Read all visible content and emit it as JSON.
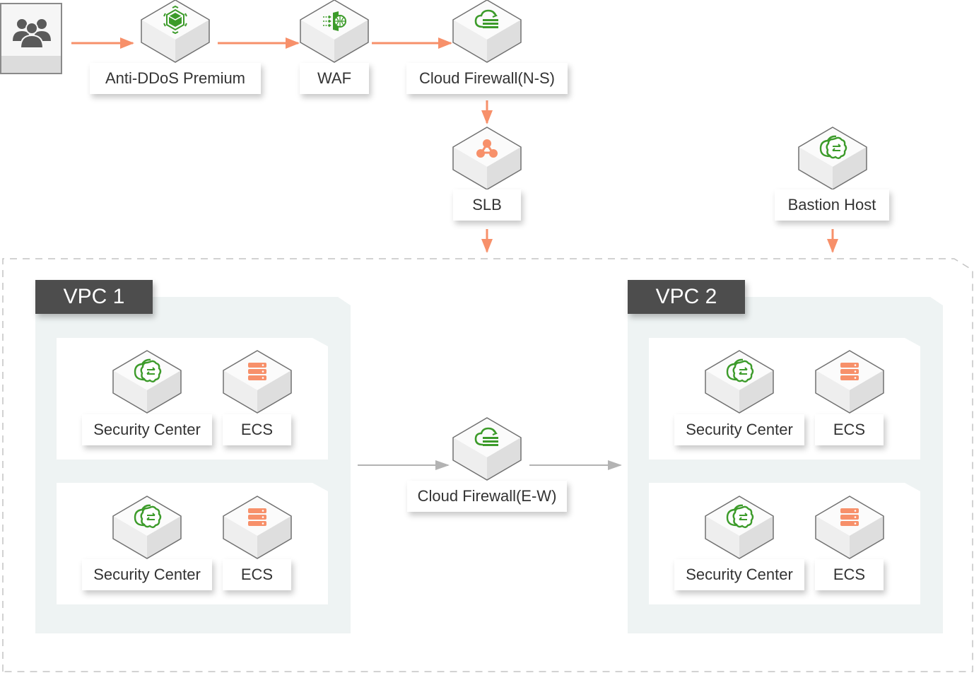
{
  "diagram": {
    "colors": {
      "flow_arrow": "#f7906a",
      "internal_arrow": "#b3b3b3",
      "icon_green": "#3c9b2a",
      "icon_orange": "#f7906a",
      "vpc_title_bg": "#4d4d4d",
      "vpc_panel_bg": "#eef3f3"
    },
    "internet": {
      "icon": "users-icon"
    },
    "top_flow": [
      {
        "id": "anti-ddos",
        "label": "Anti-DDoS Premium",
        "icon": "anti-ddos-cube-icon"
      },
      {
        "id": "waf",
        "label": "WAF",
        "icon": "waf-shield-icon"
      },
      {
        "id": "cloud-firewall-ns",
        "label": "Cloud Firewall(N-S)",
        "icon": "cloud-firewall-icon"
      }
    ],
    "slb": {
      "label": "SLB",
      "icon": "load-balancer-icon"
    },
    "bastion": {
      "label": "Bastion Host",
      "icon": "bastion-cloud-icon"
    },
    "east_west_firewall": {
      "label": "Cloud Firewall(E-W)",
      "icon": "cloud-firewall-icon"
    },
    "vpcs": [
      {
        "title": "VPC 1",
        "subnets": [
          {
            "security_center": "Security Center",
            "ecs": "ECS"
          },
          {
            "security_center": "Security Center",
            "ecs": "ECS"
          }
        ]
      },
      {
        "title": "VPC 2",
        "subnets": [
          {
            "security_center": "Security Center",
            "ecs": "ECS"
          },
          {
            "security_center": "Security Center",
            "ecs": "ECS"
          }
        ]
      }
    ]
  }
}
